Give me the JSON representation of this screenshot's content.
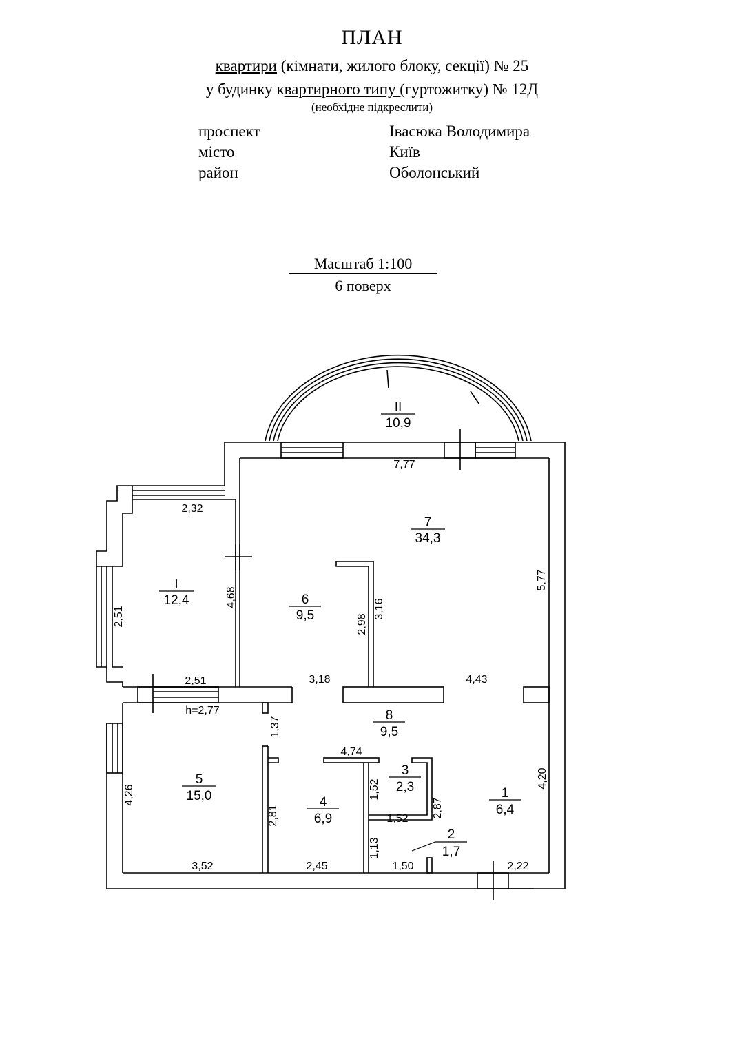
{
  "header": {
    "title": "ПЛАН",
    "line1_underlined": "квартири",
    "line1_rest": " (кімнати, жилого блоку, секції)  № 25",
    "line2_prefix": "у будинку к",
    "line2_underlined": "вартирного типу (",
    "line2_rest": "гуртожитку) № 12Д",
    "note": "(необхідне підкреслити)"
  },
  "address": {
    "street_label": "проспект",
    "street_value": "Івасюка Володимира",
    "city_label": "місто",
    "city_value": "Київ",
    "district_label": "район",
    "district_value": "Оболонський"
  },
  "scale": {
    "label": "Масштаб 1:100",
    "floor": "6 поверх"
  },
  "rooms": [
    {
      "num": "II",
      "area": "10,9"
    },
    {
      "num": "7",
      "area": "34,3"
    },
    {
      "num": "I",
      "area": "12,4"
    },
    {
      "num": "6",
      "area": "9,5"
    },
    {
      "num": "8",
      "area": "9,5"
    },
    {
      "num": "5",
      "area": "15,0"
    },
    {
      "num": "4",
      "area": "6,9"
    },
    {
      "num": "3",
      "area": "2,3"
    },
    {
      "num": "1",
      "area": "6,4"
    },
    {
      "num": "2",
      "area": "1,7"
    }
  ],
  "dimensions": {
    "d_7_77": "7,77",
    "d_2_32": "2,32",
    "d_4_68": "4,68",
    "d_2_51_v": "2,51",
    "d_2_51_h": "2,51",
    "d_2_98": "2,98",
    "d_3_16": "3,16",
    "d_5_77": "5,77",
    "d_3_18": "3,18",
    "d_4_43": "4,43",
    "height": "h=2,77",
    "d_1_37": "1,37",
    "d_4_74": "4,74",
    "d_1_52_v": "1,52",
    "d_2_87": "2,87",
    "d_4_20": "4,20",
    "d_4_26": "4,26",
    "d_2_81": "2,81",
    "d_1_52_h": "1,52",
    "d_1_13": "1,13",
    "d_3_52": "3,52",
    "d_2_45": "2,45",
    "d_1_50": "1,50",
    "d_2_22": "2,22"
  }
}
